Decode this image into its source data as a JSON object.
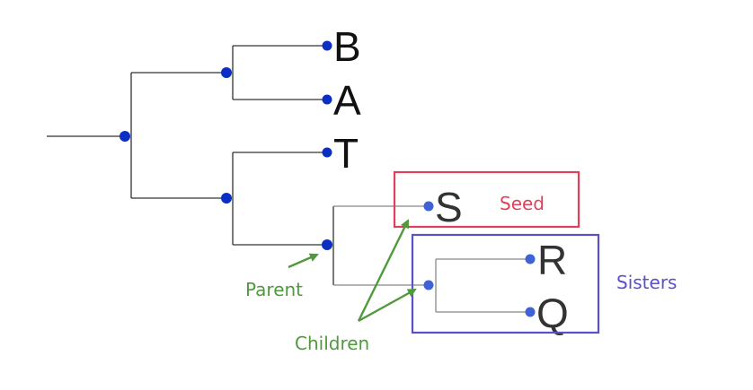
{
  "tree": {
    "leaves": [
      {
        "id": "B",
        "label": "B"
      },
      {
        "id": "A",
        "label": "A"
      },
      {
        "id": "T",
        "label": "T"
      },
      {
        "id": "S",
        "label": "S"
      },
      {
        "id": "R",
        "label": "R"
      },
      {
        "id": "Q",
        "label": "Q"
      }
    ]
  },
  "annotations": {
    "seed": {
      "label": "Seed",
      "color": "#e0405a"
    },
    "sisters": {
      "label": "Sisters",
      "color": "#5a50c8"
    },
    "parent": {
      "label": "Parent",
      "color": "#4f9a3c"
    },
    "children": {
      "label": "Children",
      "color": "#4f9a3c"
    }
  },
  "colors": {
    "node": "#0b2fc4",
    "node_light": "#3f63d6",
    "branch": "#333333",
    "branch_light": "#888888",
    "text": "#111111",
    "text_light": "#333333"
  }
}
